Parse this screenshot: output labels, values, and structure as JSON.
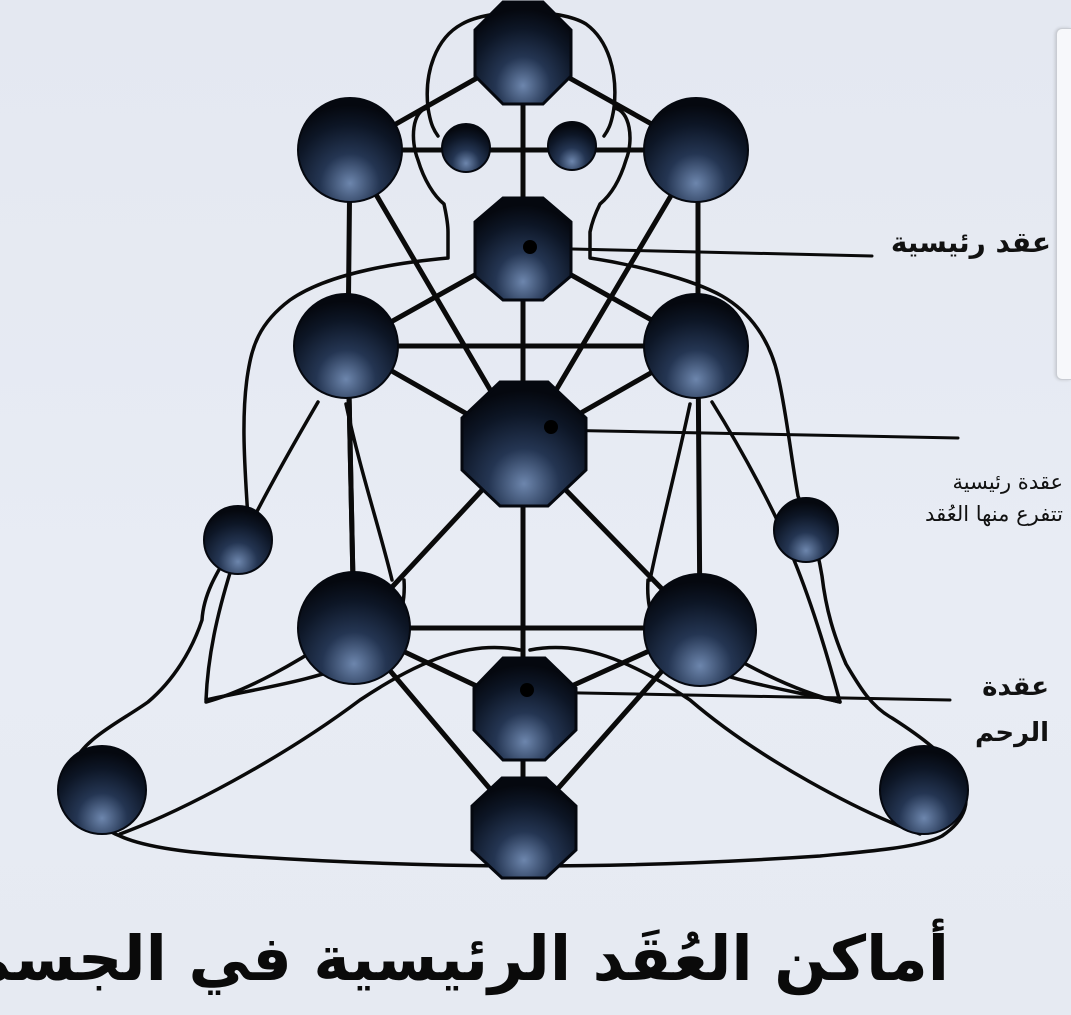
{
  "diagram": {
    "title": "أماكن العُقَد الرئيسية في الجسم",
    "callouts": {
      "main_node": "عقد رئيسية",
      "branch_node_line1": "عقدة رئيسية",
      "branch_node_line2": "تتفرع منها العُقد",
      "womb_node_line1": "عقدة",
      "womb_node_line2": "الرحم"
    }
  },
  "colors": {
    "background": "#e7ebf3",
    "node_fill": "#0d1626",
    "node_highlight": "#6d86ad",
    "line": "#0a0a0a"
  }
}
